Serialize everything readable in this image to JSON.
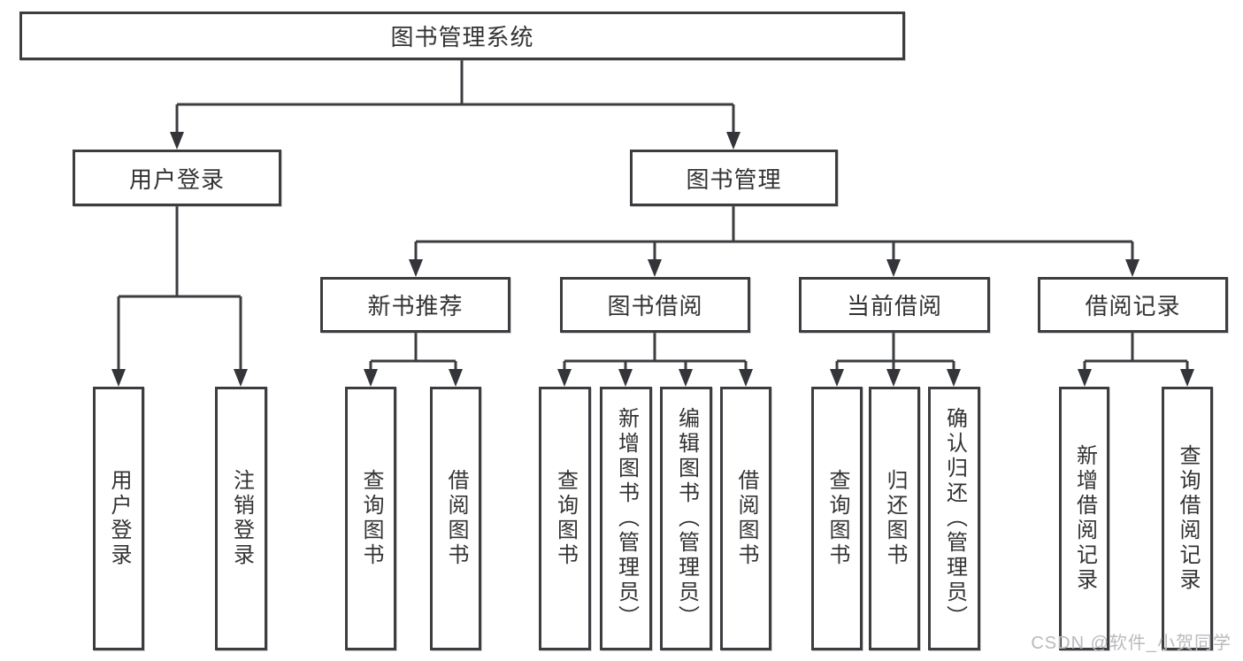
{
  "tree": {
    "root": {
      "label": "图书管理系统",
      "children": [
        {
          "label": "用户登录",
          "children": [
            {
              "label": "用户登录"
            },
            {
              "label": "注销登录"
            }
          ]
        },
        {
          "label": "图书管理",
          "children": [
            {
              "label": "新书推荐",
              "children": [
                {
                  "label": "查询图书"
                },
                {
                  "label": "借阅图书"
                }
              ]
            },
            {
              "label": "图书借阅",
              "children": [
                {
                  "label": "查询图书"
                },
                {
                  "label": "新增图书（管理员）"
                },
                {
                  "label": "编辑图书（管理员）"
                },
                {
                  "label": "借阅图书"
                }
              ]
            },
            {
              "label": "当前借阅",
              "children": [
                {
                  "label": "查询图书"
                },
                {
                  "label": "归还图书"
                },
                {
                  "label": "确认归还（管理员）"
                }
              ]
            },
            {
              "label": "借阅记录",
              "children": [
                {
                  "label": "新增借阅记录"
                },
                {
                  "label": "查询借阅记录"
                }
              ]
            }
          ]
        }
      ]
    }
  },
  "watermark": "CSDN @软件_小贺同学",
  "colors": {
    "line": "#3b3d40",
    "text": "#333333",
    "watermark": "#b9babc",
    "background": "#ffffff"
  }
}
